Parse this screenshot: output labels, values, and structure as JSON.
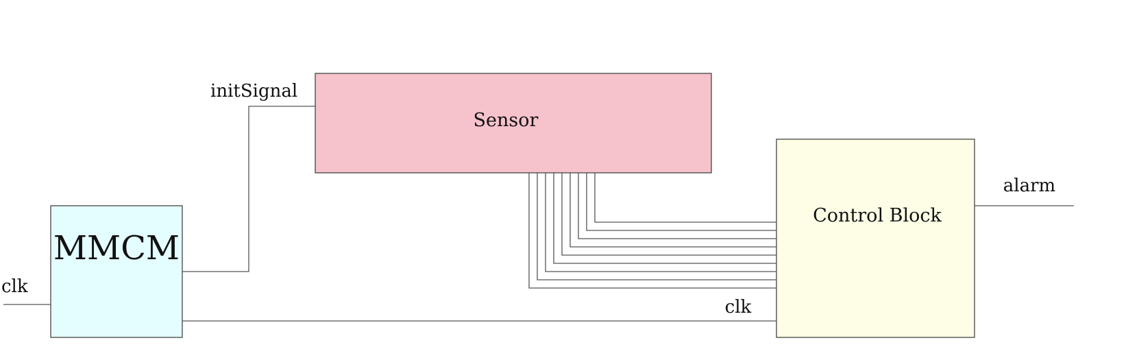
{
  "blocks": {
    "mmcm": {
      "label": "MMCM",
      "fill": "#e4fdfe"
    },
    "sensor": {
      "label": "Sensor",
      "fill": "#f6c2cc"
    },
    "control": {
      "label": "Control Block",
      "fill": "#fefee6"
    }
  },
  "signals": {
    "clk_in": "clk",
    "init": "initSignal",
    "clk_control": "clk",
    "alarm": "alarm"
  },
  "bus": {
    "wire_count": 9
  }
}
